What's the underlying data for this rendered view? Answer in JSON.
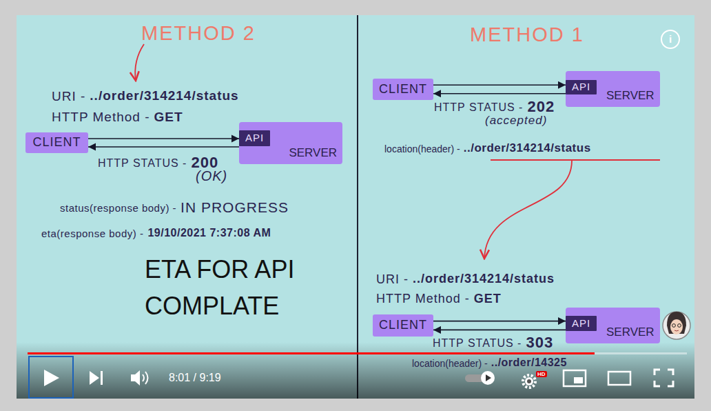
{
  "diagram": {
    "nodes": [
      {
        "text": [
          "CLIENT"
        ]
      },
      {
        "text": [
          "SERVER"
        ]
      },
      {
        "text": [
          "API"
        ],
        "in": 1
      },
      {
        "text": [
          "CLIENT"
        ]
      },
      {
        "text": [
          "SERVER"
        ]
      },
      {
        "text": [
          "API"
        ],
        "in": 4
      },
      {
        "text": [
          "CLIENT"
        ]
      },
      {
        "text": [
          "SERVER"
        ]
      },
      {
        "text": [
          "API"
        ],
        "in": 7
      }
    ],
    "edges": [
      {
        "from": 0,
        "to": 1,
        "arrow": "to"
      },
      {
        "from": 1,
        "to": 0,
        "arrow": "to"
      },
      {
        "from": 3,
        "to": 4,
        "arrow": "to"
      },
      {
        "from": 4,
        "to": 3,
        "arrow": "to"
      },
      {
        "from": 6,
        "to": 7,
        "arrow": "to"
      },
      {
        "from": 7,
        "to": 6,
        "arrow": "to"
      }
    ],
    "labels": [
      "METHOD 2",
      "URI -",
      "../order/314214/status",
      "HTTP Method -",
      "GET",
      "HTTP STATUS -",
      "200",
      "(OK)",
      "status(response body) -",
      "IN PROGRESS",
      "eta(response body) -",
      "19/10/2021 7:37:08 AM",
      "ETA FOR API COMPLATE",
      "METHOD 1",
      "i",
      "HTTP STATUS -",
      "202",
      "(accepted)",
      "location(header) -",
      "../order/314214/status",
      "URI -",
      "../order/314214/status",
      "HTTP Method -",
      "GET",
      "HTTP STATUS -",
      "303",
      "location(header) -",
      "../order/14325",
      "8:01 / 9:19",
      "HD"
    ]
  }
}
